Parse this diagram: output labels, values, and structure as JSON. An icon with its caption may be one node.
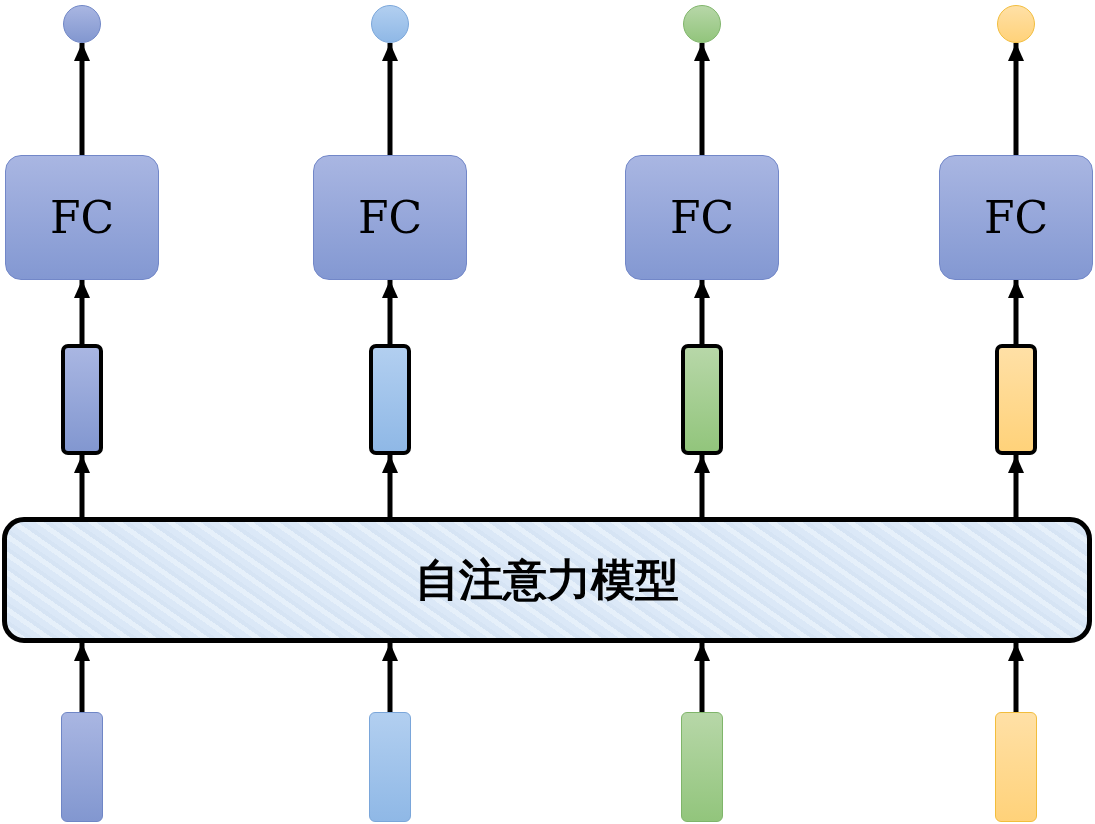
{
  "diagram": {
    "nodes": [
      {
        "text": [],
        "shape": "circle"
      },
      {
        "text": [],
        "shape": "circle"
      },
      {
        "text": [],
        "shape": "circle"
      },
      {
        "text": [],
        "shape": "circle"
      },
      {
        "text": [
          "FC"
        ]
      },
      {
        "text": [
          "FC"
        ]
      },
      {
        "text": [
          "FC"
        ]
      },
      {
        "text": [
          "FC"
        ]
      },
      {
        "text": [],
        "shape": "bar"
      },
      {
        "text": [],
        "shape": "bar"
      },
      {
        "text": [],
        "shape": "bar"
      },
      {
        "text": [],
        "shape": "bar"
      },
      {
        "text": [
          "自注意力模型"
        ]
      },
      {
        "text": [],
        "shape": "bar"
      },
      {
        "text": [],
        "shape": "bar"
      },
      {
        "text": [],
        "shape": "bar"
      },
      {
        "text": [],
        "shape": "bar"
      }
    ],
    "edges": [
      {
        "from": 13,
        "to": 12,
        "arrow": "to"
      },
      {
        "from": 14,
        "to": 12,
        "arrow": "to"
      },
      {
        "from": 15,
        "to": 12,
        "arrow": "to"
      },
      {
        "from": 16,
        "to": 12,
        "arrow": "to"
      },
      {
        "from": 12,
        "to": 8,
        "arrow": "to"
      },
      {
        "from": 12,
        "to": 9,
        "arrow": "to"
      },
      {
        "from": 12,
        "to": 10,
        "arrow": "to"
      },
      {
        "from": 12,
        "to": 11,
        "arrow": "to"
      },
      {
        "from": 8,
        "to": 4,
        "arrow": "to"
      },
      {
        "from": 9,
        "to": 5,
        "arrow": "to"
      },
      {
        "from": 10,
        "to": 6,
        "arrow": "to"
      },
      {
        "from": 11,
        "to": 7,
        "arrow": "to"
      },
      {
        "from": 4,
        "to": 0,
        "arrow": "to"
      },
      {
        "from": 5,
        "to": 1,
        "arrow": "to"
      },
      {
        "from": 6,
        "to": 2,
        "arrow": "to"
      },
      {
        "from": 7,
        "to": 3,
        "arrow": "to"
      }
    ]
  }
}
